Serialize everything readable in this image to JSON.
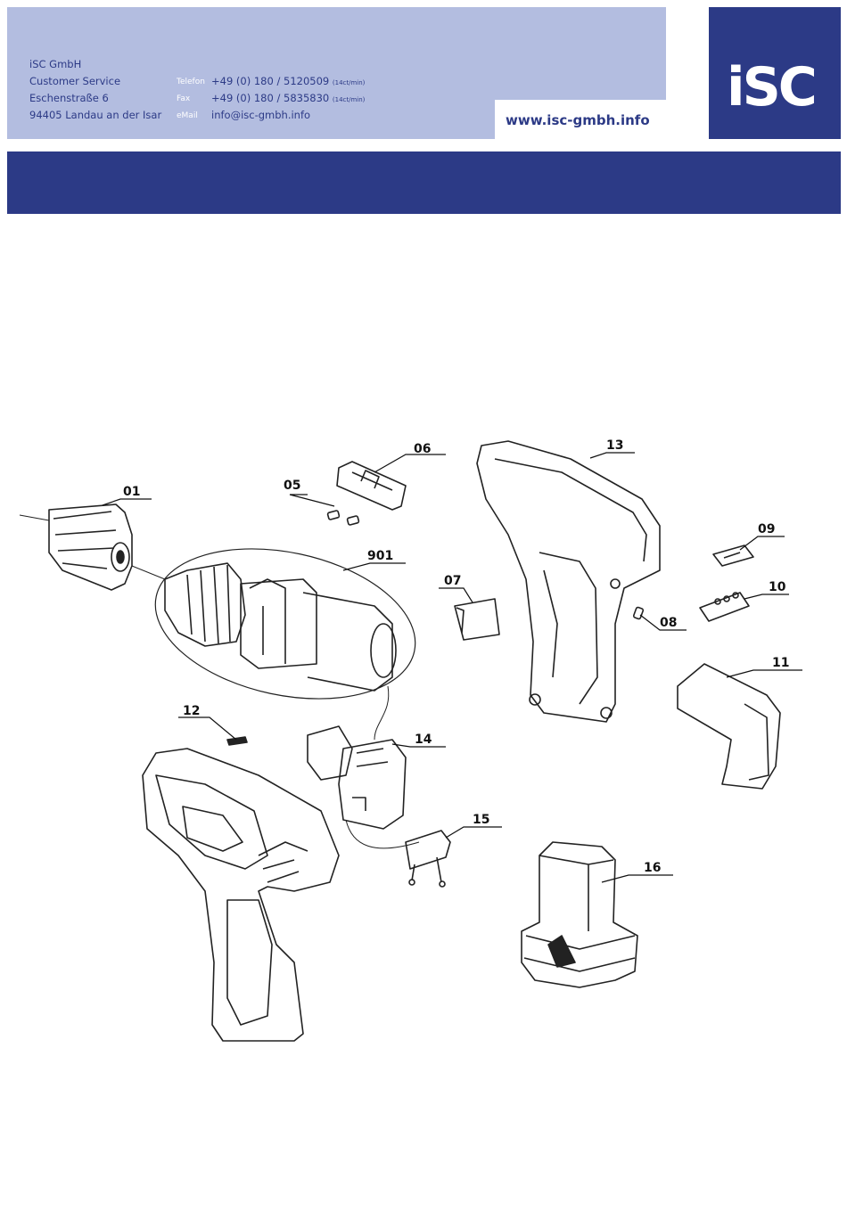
{
  "company": {
    "name": "iSC GmbH",
    "department": "Customer Service",
    "street": "Eschenstraße 6",
    "city": "94405 Landau an der Isar"
  },
  "contact": {
    "phone_label": "Telefon",
    "phone": "+49 (0) 180 / 5120509",
    "phone_rate": "(14ct/min)",
    "fax_label": "Fax",
    "fax": "+49 (0) 180 / 5835830",
    "fax_rate": "(14ct/min)",
    "email_label": "eMail",
    "email": "info@isc-gmbh.info"
  },
  "website": "www.isc-gmbh.info",
  "logo_text": "iSC",
  "colors": {
    "brand_blue": "#2c3a86",
    "light_blue": "#b3bde0"
  },
  "parts": {
    "p01": "01",
    "p05": "05",
    "p06": "06",
    "p07": "07",
    "p08": "08",
    "p09": "09",
    "p10": "10",
    "p11": "11",
    "p12": "12",
    "p13": "13",
    "p14": "14",
    "p15": "15",
    "p16": "16",
    "p901": "901"
  }
}
